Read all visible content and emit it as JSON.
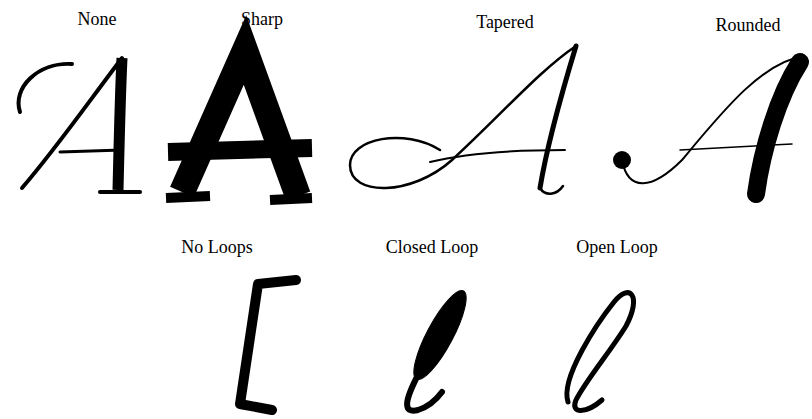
{
  "diagram": {
    "labels": [
      "None",
      "Sharp",
      "Tapered",
      "Rounded",
      "No Loops",
      "Closed Loop",
      "Open Loop"
    ]
  }
}
